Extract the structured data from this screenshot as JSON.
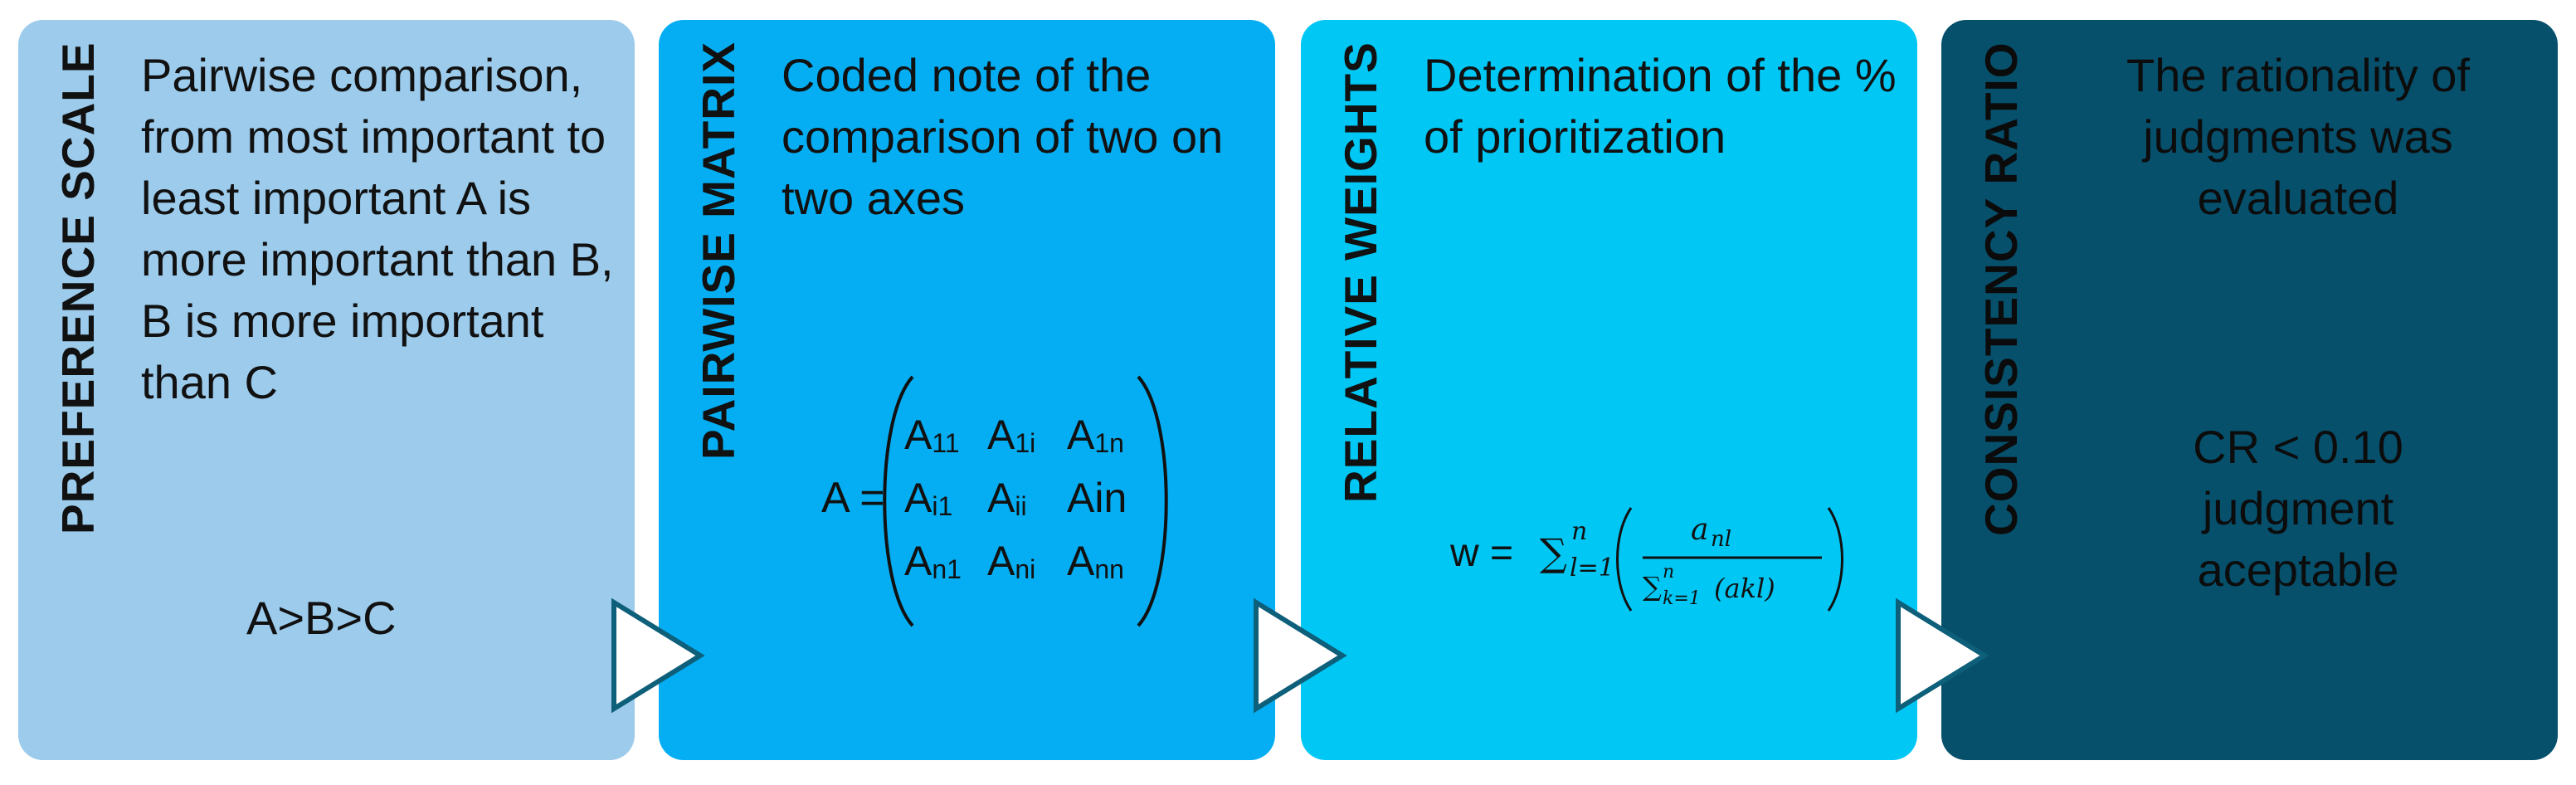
{
  "panels": [
    {
      "label": "PREFERENCE SCALE",
      "description": "Pairwise comparison, from most important to least important A is more important than B, B is more important than C",
      "example": "A>B>C"
    },
    {
      "label": "PAIRWISE MATRIX",
      "description": "Coded note of the comparison of two on two axes",
      "matrix": {
        "name": "A",
        "equals": "=",
        "rows": [
          [
            {
              "base": "A",
              "sub": "11"
            },
            {
              "base": "A",
              "sub": "1i"
            },
            {
              "base": "A",
              "sub": "1n"
            }
          ],
          [
            {
              "base": "A",
              "sub": "i1"
            },
            {
              "base": "A",
              "sub": "ii"
            },
            {
              "base": "Ain",
              "sub": ""
            }
          ],
          [
            {
              "base": "A",
              "sub": "n1"
            },
            {
              "base": "A",
              "sub": "ni"
            },
            {
              "base": "A",
              "sub": "nn"
            }
          ]
        ]
      }
    },
    {
      "label": "RELATIVE WEIGHTS",
      "description": "Determination of the % of prioritization",
      "formula": {
        "lhs": "w =",
        "sum_symbol": "∑",
        "outer_upper": "n",
        "outer_lower": "l=1",
        "numerator": "a",
        "numerator_sub": "nl",
        "denominator_sum": "∑",
        "denominator_upper": "n",
        "denominator_lower": "k=1",
        "denominator_term": "(akl)"
      }
    },
    {
      "label": "CONSISTENCY RATIO",
      "description": "The rationality of judgments was evaluated",
      "result_line1": "CR < 0.10",
      "result_line2": "judgment",
      "result_line3": "aceptable"
    }
  ],
  "colors": {
    "panel1": "#9ccbec",
    "panel2": "#05aef2",
    "panel3": "#00c7f4",
    "panel4": "#06506c",
    "arrow_fill": "#ffffff",
    "arrow_stroke": "#0d5f7a"
  },
  "icons": [
    "chevron-right-arrow-icon"
  ]
}
